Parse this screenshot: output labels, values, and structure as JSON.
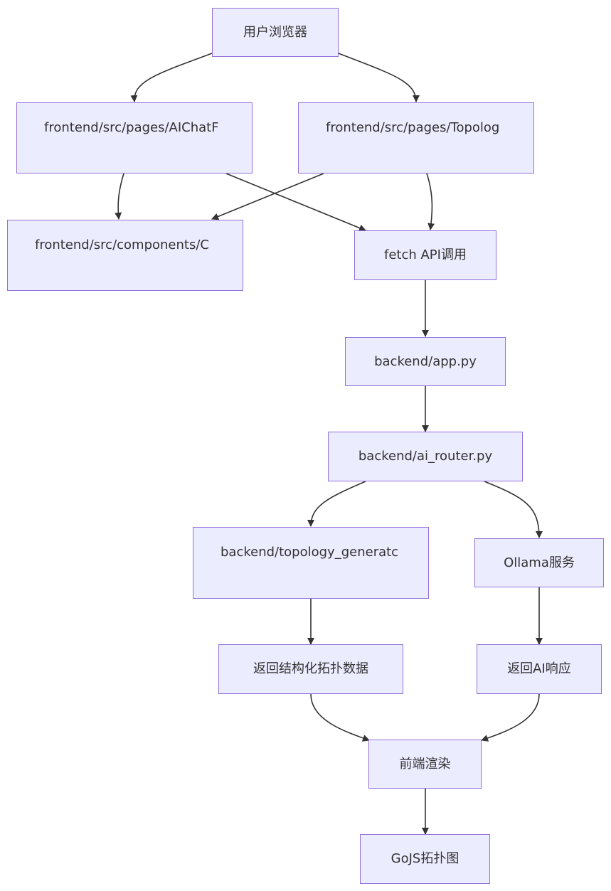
{
  "diagram": {
    "colors": {
      "node_fill": "#ececff",
      "node_border": "#9370db",
      "edge": "#333333",
      "text": "#333333"
    },
    "nodes": {
      "browser": "用户浏览器",
      "ai_chat_page": "frontend/src/pages/AIChatF",
      "topology_page": "frontend/src/pages/Topolog",
      "components": "frontend/src/components/C",
      "fetch_api": "fetch API调用",
      "app_py": "backend/app.py",
      "ai_router": "backend/ai_router.py",
      "topology_generator": "backend/topology_generatc",
      "ollama": "Ollama服务",
      "return_topology": "返回结构化拓扑数据",
      "return_ai": "返回AI响应",
      "frontend_render": "前端渲染",
      "gojs": "GoJS拓扑图"
    },
    "edges": [
      [
        "browser",
        "ai_chat_page"
      ],
      [
        "browser",
        "topology_page"
      ],
      [
        "ai_chat_page",
        "components"
      ],
      [
        "ai_chat_page",
        "fetch_api"
      ],
      [
        "topology_page",
        "components"
      ],
      [
        "topology_page",
        "fetch_api"
      ],
      [
        "fetch_api",
        "app_py"
      ],
      [
        "app_py",
        "ai_router"
      ],
      [
        "ai_router",
        "topology_generator"
      ],
      [
        "ai_router",
        "ollama"
      ],
      [
        "topology_generator",
        "return_topology"
      ],
      [
        "ollama",
        "return_ai"
      ],
      [
        "return_topology",
        "frontend_render"
      ],
      [
        "return_ai",
        "frontend_render"
      ],
      [
        "frontend_render",
        "gojs"
      ]
    ]
  }
}
